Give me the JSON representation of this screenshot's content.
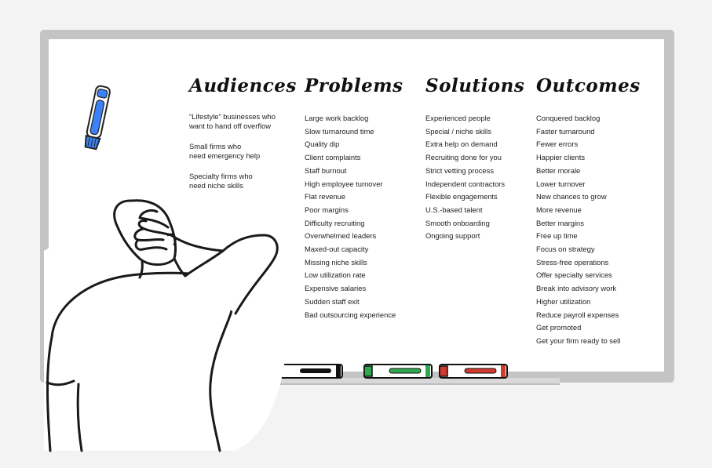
{
  "columns": [
    {
      "heading": "Audiences",
      "items": [
        [
          "“Lifestyle” businesses who",
          "want to hand off overflow"
        ],
        [
          "Small firms who",
          "need emergency help"
        ],
        [
          "Specialty firms who",
          "need niche skills"
        ]
      ]
    },
    {
      "heading": "Problems",
      "items": [
        "Large work backlog",
        "Slow turnaround time",
        "Quality dip",
        "Client complaints",
        "Staff burnout",
        "High employee turnover",
        "Flat revenue",
        "Poor margins",
        "Difficulty recruiting",
        "Overwhelmed leaders",
        "Maxed-out capacity",
        "Missing niche skills",
        "Low utilization rate",
        "Expensive salaries",
        "Sudden staff exit",
        "Bad outsourcing experience"
      ]
    },
    {
      "heading": "Solutions",
      "items": [
        "Experienced people",
        "Special / niche skills",
        "Extra help on demand",
        "Recruiting done for you",
        "Strict vetting process",
        "Independent contractors",
        "Flexible engagements",
        "U.S.-based talent",
        "Smooth onboarding",
        "Ongoing support"
      ]
    },
    {
      "heading": "Outcomes",
      "items": [
        "Conquered backlog",
        "Faster turnaround",
        "Fewer errors",
        "Happier clients",
        "Better morale",
        "Lower turnover",
        "New chances to grow",
        "More revenue",
        "Better margins",
        "Free up time",
        "Focus on strategy",
        "Stress-free operations",
        "Offer specialty services",
        "Break into advisory work",
        "Higher utilization",
        "Reduce payroll expenses",
        "Get promoted",
        "Get your firm ready to sell"
      ]
    }
  ],
  "colors": {
    "blue_marker": "#3b82f6",
    "green_marker": "#2fa84f",
    "red_marker": "#d23a2e",
    "black_marker": "#111111",
    "board_frame": "#c4c4c4"
  },
  "icons": [
    "blue-marker-icon",
    "black-marker-icon",
    "green-marker-icon",
    "red-marker-icon",
    "person-illustration"
  ]
}
